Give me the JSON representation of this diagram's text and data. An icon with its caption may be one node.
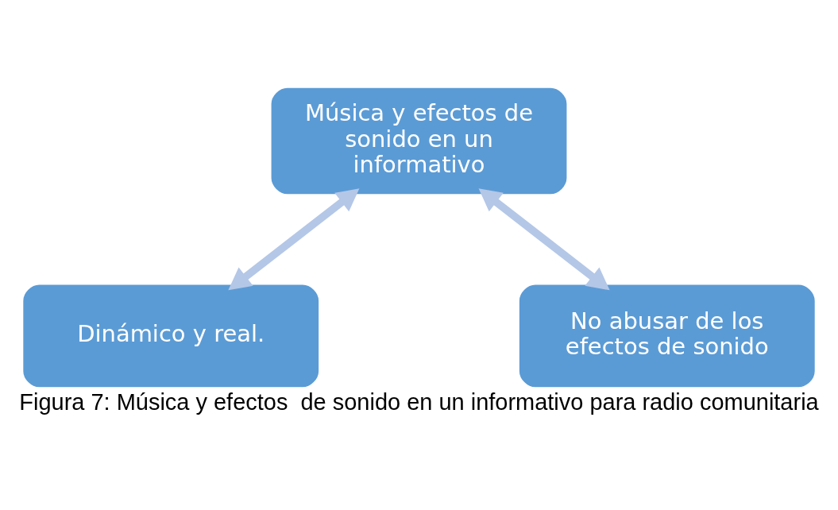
{
  "diagram": {
    "caption": "Figura 7: Música y efectos  de sonido en un informativo para radio comunitaria",
    "nodes": [
      {
        "text": [
          "Música y efectos de sonido en un informativo"
        ]
      },
      {
        "text": [
          "Dinámico y real."
        ]
      },
      {
        "text": [
          "No abusar de los efectos de sonido"
        ]
      }
    ],
    "edges": [
      {
        "from": 0,
        "to": 1,
        "arrow": "both"
      },
      {
        "from": 0,
        "to": 2,
        "arrow": "both"
      }
    ]
  }
}
